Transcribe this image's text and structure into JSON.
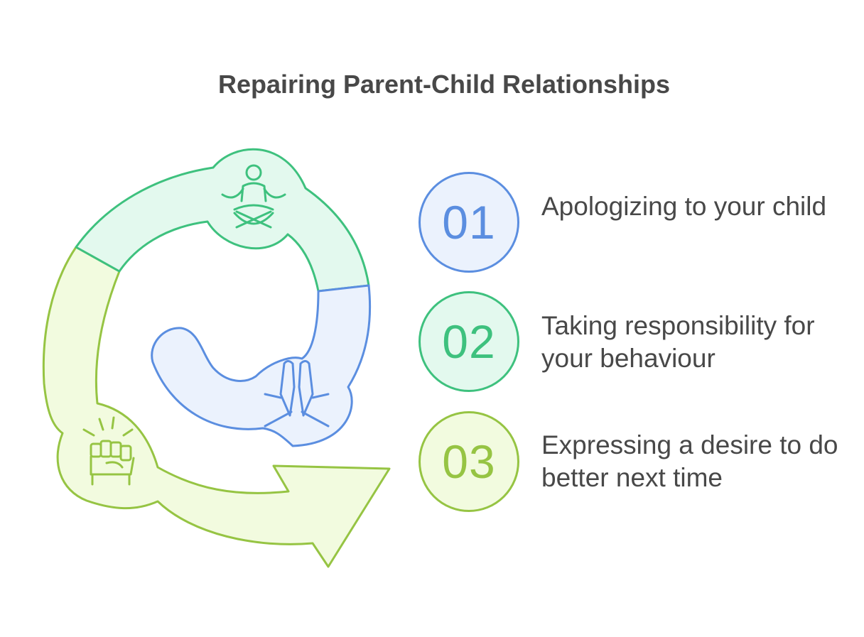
{
  "title": "Repairing Parent-Child Relationships",
  "steps": [
    {
      "number": "01",
      "text": "Apologizing to your child",
      "icon": "meditation-icon",
      "color": "#5b8ee0",
      "fill": "#ebf2fd"
    },
    {
      "number": "02",
      "text": "Taking responsibility for your behaviour",
      "icon": "praying-hands-icon",
      "color": "#3ec17e",
      "fill": "#e3f9ee"
    },
    {
      "number": "03",
      "text": "Expressing a desire to do better next time",
      "icon": "raised-fist-icon",
      "color": "#96c443",
      "fill": "#f2fbdf"
    }
  ]
}
